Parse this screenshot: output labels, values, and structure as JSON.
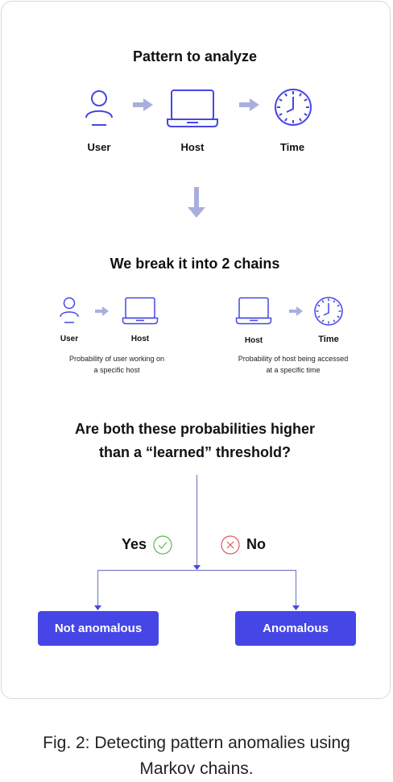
{
  "pattern": {
    "title": "Pattern to analyze",
    "labels": {
      "user": "User",
      "host": "Host",
      "time": "Time"
    }
  },
  "chains": {
    "title": "We break it into 2 chains",
    "left": {
      "label_a": "User",
      "label_b": "Host",
      "description_line1": "Probability of user working on",
      "description_line2": "a specific host"
    },
    "right": {
      "label_a": "Host",
      "label_b": "Time",
      "description_line1": "Probability of host being accessed",
      "description_line2": "at a specific time"
    }
  },
  "decision": {
    "question_line1": "Are both these probabilities higher",
    "question_line2": "than a “learned” threshold?",
    "yes_label": "Yes",
    "no_label": "No"
  },
  "outcomes": {
    "not_anomalous": "Not anomalous",
    "anomalous": "Anomalous"
  },
  "caption": {
    "line1": "Fig. 2: Detecting pattern anomalies using",
    "line2": "Markov chains."
  },
  "colors": {
    "accent": "#4646e6",
    "arrow_light": "#a9afdc",
    "yes_green": "#5cb85c",
    "no_red": "#e05a5a",
    "border": "#d9d9dd"
  },
  "icons": [
    "user-icon",
    "laptop-icon",
    "clock-icon",
    "arrow-right-icon",
    "arrow-down-icon",
    "check-icon",
    "x-icon"
  ]
}
